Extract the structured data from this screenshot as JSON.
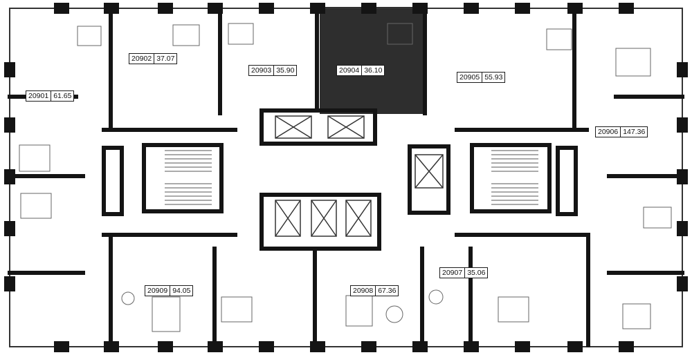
{
  "floor_plan": {
    "highlighted_unit": "20904",
    "colors": {
      "wall": "#141414",
      "line": "#555555",
      "highlight": "#2e2e2e",
      "background": "#ffffff"
    },
    "apartments": [
      {
        "number": "20901",
        "area": "61.65"
      },
      {
        "number": "20902",
        "area": "37.07"
      },
      {
        "number": "20903",
        "area": "35.90"
      },
      {
        "number": "20904",
        "area": "36.10"
      },
      {
        "number": "20905",
        "area": "55.93"
      },
      {
        "number": "20906",
        "area": "147.36"
      },
      {
        "number": "20907",
        "area": "35.06"
      },
      {
        "number": "20908",
        "area": "67.36"
      },
      {
        "number": "20909",
        "area": "94.05"
      }
    ]
  }
}
